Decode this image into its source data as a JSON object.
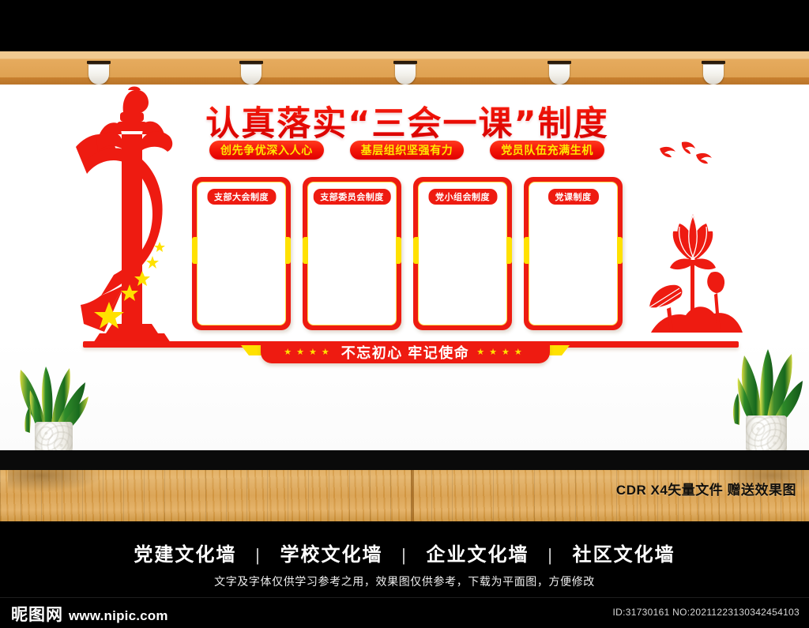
{
  "poster": {
    "headline": {
      "prefix": "认真落实",
      "quote_open": "“",
      "quoted": "三会一课",
      "quote_close": "”",
      "suffix": "制度",
      "full": "认真落实“三会一课”制度",
      "color": "#ee1b11"
    },
    "taglines": [
      "创先争优深入人心",
      "基层组织坚强有力",
      "党员队伍充满生机"
    ],
    "panels": [
      {
        "caption": "支部大会制度"
      },
      {
        "caption": "支部委员会制度"
      },
      {
        "caption": "党小组会制度"
      },
      {
        "caption": "党课制度"
      }
    ],
    "banner": {
      "stars_left": "★★★★",
      "text": "不忘初心  牢记使命",
      "stars_right": "★★★★"
    },
    "decor": {
      "monument": "huabiao-monument-with-red-flag",
      "flag_stars": 5,
      "birds": 3,
      "lotus": "red-lotus-flower",
      "plants": 2,
      "lamps": 5
    },
    "colors": {
      "red": "#ee1b11",
      "yellow": "#ffe100",
      "wood": "#e0a854",
      "black": "#000000"
    }
  },
  "floor_note": "CDR X4矢量文件  赠送效果图",
  "footer": {
    "categories": [
      "党建文化墙",
      "学校文化墙",
      "企业文化墙",
      "社区文化墙"
    ],
    "separator": "|",
    "disclaimer": "文字及字体仅供学习参考之用，效果图仅供参考，下载为平面图，方便修改",
    "brand_cn": "昵图网",
    "brand_url": "www.nipic.com",
    "id_no": "ID:31730161 NO:20211223130342454103"
  }
}
